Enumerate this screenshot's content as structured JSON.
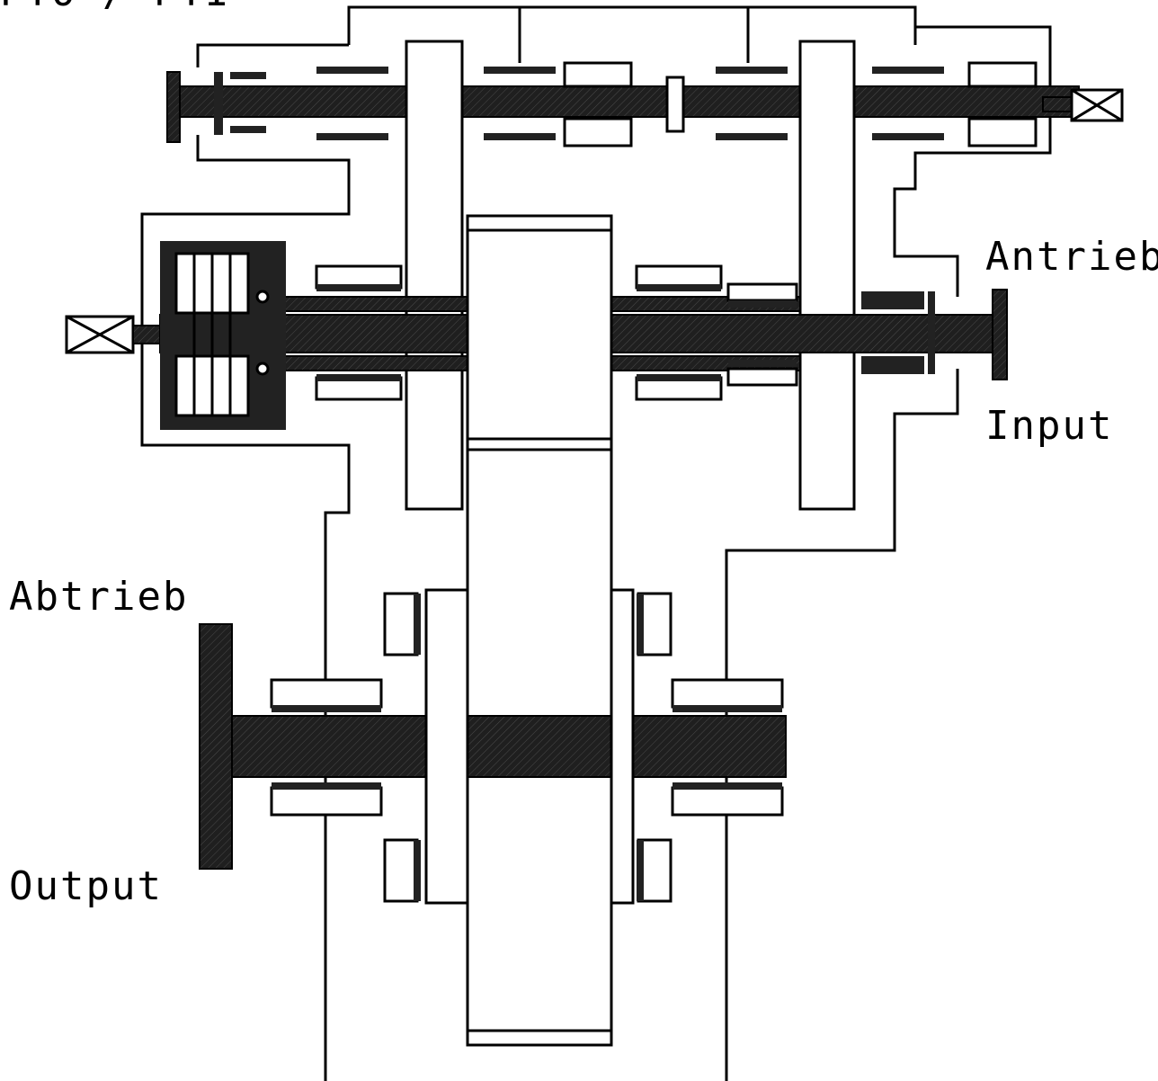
{
  "labels": {
    "top_left_fragment": "PTO / PTI",
    "input_de": "Antrieb",
    "input_en": "Input",
    "output_de": "Abtrieb",
    "output_en": "Output"
  },
  "colors": {
    "line": "#000000",
    "shaft_fill": "#1f1f1f",
    "background": "#ffffff"
  }
}
